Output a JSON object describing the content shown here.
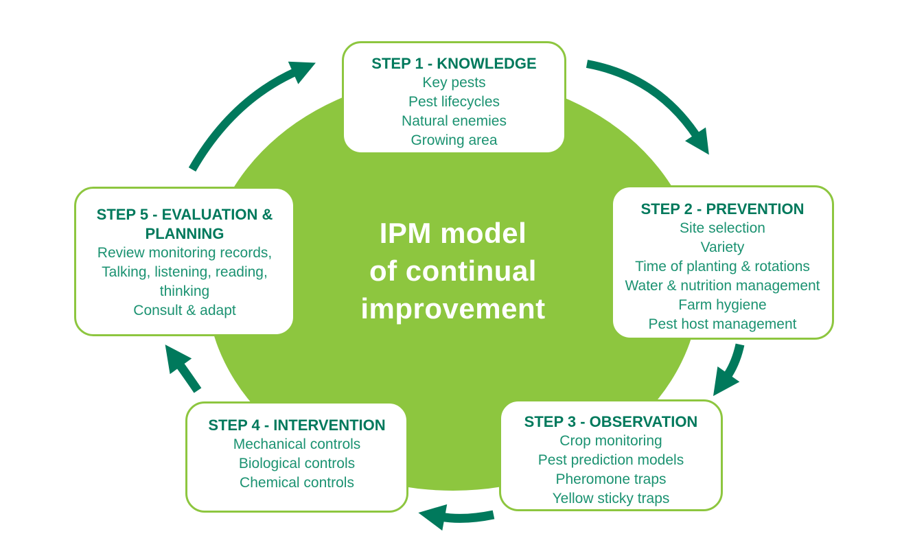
{
  "colors": {
    "circle_green": "#8DC63F",
    "box_border_green": "#8DC63F",
    "title_teal": "#00795C",
    "body_teal": "#1B9271",
    "arrow_teal": "#00795C",
    "page_bg": "#FFFFFF",
    "center_text": "#FFFFFF"
  },
  "center": {
    "lines": [
      "IPM model",
      "of continual",
      "improvement"
    ]
  },
  "steps": [
    {
      "title": "STEP 1 - KNOWLEDGE",
      "items": [
        "Key pests",
        "Pest lifecycles",
        "Natural enemies",
        "Growing area"
      ]
    },
    {
      "title": "STEP 2 - PREVENTION",
      "items": [
        "Site selection",
        "Variety",
        "Time of planting & rotations",
        "Water & nutrition management",
        "Farm hygiene",
        "Pest host management"
      ]
    },
    {
      "title": "STEP 3 - OBSERVATION",
      "items": [
        "Crop monitoring",
        "Pest prediction models",
        "Pheromone traps",
        "Yellow sticky traps"
      ]
    },
    {
      "title": "STEP 4 - INTERVENTION",
      "items": [
        "Mechanical controls",
        "Biological controls",
        "Chemical controls"
      ]
    },
    {
      "title": "STEP 5 - EVALUATION & PLANNING",
      "items": [
        "Review monitoring records,",
        "Talking, listening, reading,",
        "thinking",
        "Consult & adapt"
      ]
    }
  ],
  "icons": {
    "arrows": [
      "arrow-step5-to-step1",
      "arrow-step1-to-step2",
      "arrow-step2-to-step3",
      "arrow-step3-to-step4",
      "arrow-step4-to-step5"
    ],
    "cycle_direction": "clockwise"
  }
}
